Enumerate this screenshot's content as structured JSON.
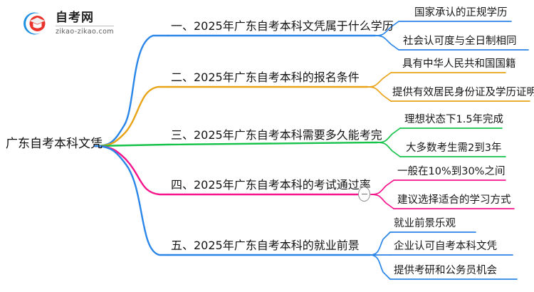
{
  "logo": {
    "name_cn": "自考网",
    "name_en": "zikao-zikao.com",
    "mark_icon": "graduation-cap-icon"
  },
  "mindmap": {
    "root": {
      "label": "广东自考本科文凭"
    },
    "branches": [
      {
        "label": "一、2025年广东自考本科文凭属于什么学历",
        "color": "#2a86e8",
        "children": [
          {
            "label": "国家承认的正规学历"
          },
          {
            "label": "社会认可度与全日制相同"
          }
        ]
      },
      {
        "label": "二、2025年广东自考本科的报名条件",
        "color": "#e8a317",
        "children": [
          {
            "label": "具有中华人民共和国国籍"
          },
          {
            "label": "提供有效居民身份证及学历证明"
          }
        ]
      },
      {
        "label": "三、2025年广东自考本科需要多久能考完",
        "color": "#16c24a",
        "children": [
          {
            "label": "理想状态下1.5年完成"
          },
          {
            "label": "大多数考生需2到3年"
          }
        ]
      },
      {
        "label": "四、2025年广东自考本科的考试通过率",
        "color": "#f5148c",
        "collapse_toggle": "minus",
        "children": [
          {
            "label": "一般在10%到30%之间"
          },
          {
            "label": "建议选择适合的学习方式"
          }
        ]
      },
      {
        "label": "五、2025年广东自考本科的就业前景",
        "color": "#2a86e8",
        "children": [
          {
            "label": "就业前景乐观"
          },
          {
            "label": "企业认可自考本科文凭"
          },
          {
            "label": "提供考研和公务员机会"
          }
        ]
      }
    ]
  }
}
